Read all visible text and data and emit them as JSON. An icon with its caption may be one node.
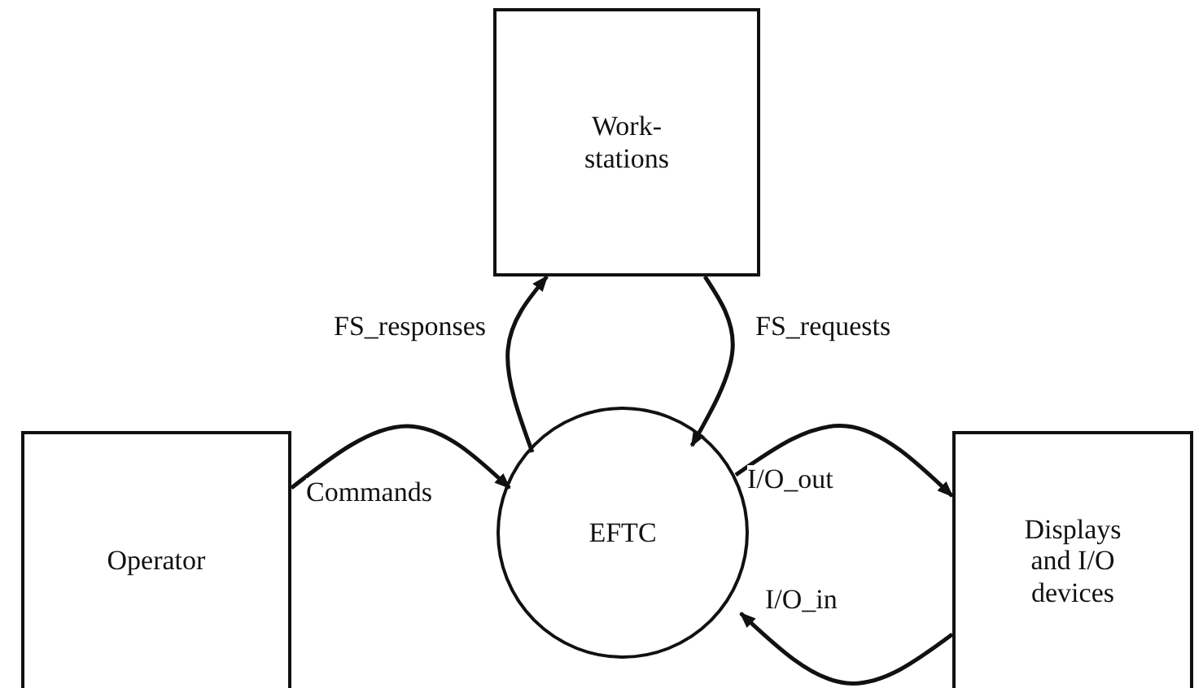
{
  "diagram": {
    "nodes": [
      {
        "text": [
          "Work- stations"
        ]
      },
      {
        "text": [
          "Operator"
        ]
      },
      {
        "text": [
          "EFTC"
        ]
      },
      {
        "text": [
          "Displays and I/O devices"
        ]
      }
    ],
    "edges": [
      {
        "from": 2,
        "to": 0,
        "arrow": "to",
        "label": "FS_responses"
      },
      {
        "from": 0,
        "to": 2,
        "arrow": "to",
        "label": "FS_requests"
      },
      {
        "from": 1,
        "to": 2,
        "arrow": "to",
        "label": "Commands"
      },
      {
        "from": 2,
        "to": 3,
        "arrow": "to",
        "label": "I/O_out"
      },
      {
        "from": 3,
        "to": 2,
        "arrow": "to",
        "label": "I/O_in"
      }
    ]
  }
}
